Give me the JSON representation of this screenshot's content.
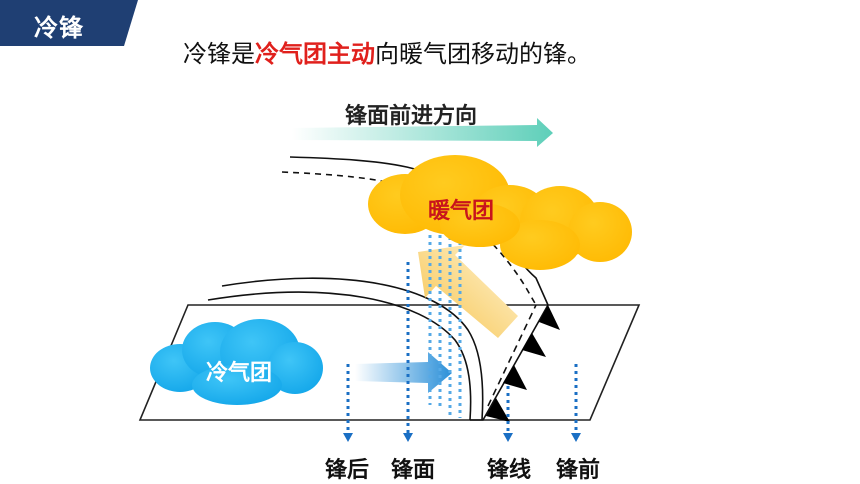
{
  "header": {
    "title": "冷锋"
  },
  "definition": {
    "part1": "冷锋是",
    "highlight": "冷气团主动",
    "part2": "向暖气团移动的锋。"
  },
  "diagram": {
    "advance_direction_label": "锋面前进方向",
    "warm_air_mass": "暖气团",
    "cold_air_mass": "冷气团",
    "labels": {
      "behind_front": "锋后",
      "front_surface": "锋面",
      "front_line": "锋线",
      "ahead_front": "锋前"
    }
  },
  "colors": {
    "header_bg": "#1f3f73",
    "highlight": "#e0201c",
    "warm_cloud": "#ffc000",
    "cold_cloud": "#1fb2f0",
    "dotted_line": "#1a6fc4",
    "warm_label": "#c8141c"
  }
}
